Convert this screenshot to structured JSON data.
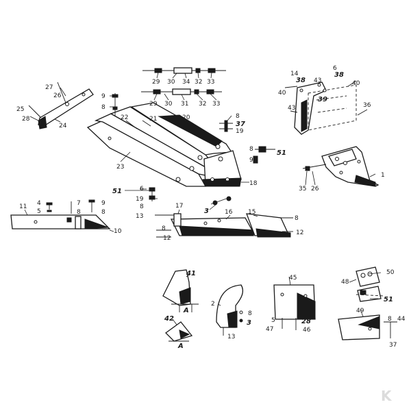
{
  "colors": {
    "ink": "#1a1a1a",
    "background": "#ffffff",
    "watermark": "#dcdcdc"
  },
  "callouts": [
    {
      "id": "c27",
      "text": "27"
    },
    {
      "id": "c26a",
      "text": "26"
    },
    {
      "id": "c25",
      "text": "25"
    },
    {
      "id": "c28",
      "text": "28"
    },
    {
      "id": "c24",
      "text": "24"
    },
    {
      "id": "c29a",
      "text": "29"
    },
    {
      "id": "c30a",
      "text": "30"
    },
    {
      "id": "c34",
      "text": "34"
    },
    {
      "id": "c32a",
      "text": "32"
    },
    {
      "id": "c33a",
      "text": "33"
    },
    {
      "id": "c29b",
      "text": "29"
    },
    {
      "id": "c30b",
      "text": "30"
    },
    {
      "id": "c31",
      "text": "31"
    },
    {
      "id": "c32b",
      "text": "32"
    },
    {
      "id": "c33b",
      "text": "33"
    },
    {
      "id": "c9a",
      "text": "9"
    },
    {
      "id": "c8a",
      "text": "8"
    },
    {
      "id": "c22",
      "text": "22"
    },
    {
      "id": "c21",
      "text": "21"
    },
    {
      "id": "c20",
      "text": "20"
    },
    {
      "id": "c8b",
      "text": "8"
    },
    {
      "id": "c37a",
      "text": "37"
    },
    {
      "id": "c19a",
      "text": "19"
    },
    {
      "id": "c23",
      "text": "23"
    },
    {
      "id": "c8c",
      "text": "8"
    },
    {
      "id": "c51a",
      "text": "51"
    },
    {
      "id": "c9b",
      "text": "9"
    },
    {
      "id": "c18",
      "text": "18"
    },
    {
      "id": "c51b",
      "text": "51"
    },
    {
      "id": "c6a",
      "text": "6"
    },
    {
      "id": "c19b",
      "text": "19"
    },
    {
      "id": "c14",
      "text": "14"
    },
    {
      "id": "c38a",
      "text": "38"
    },
    {
      "id": "c43a",
      "text": "43"
    },
    {
      "id": "c6b",
      "text": "6"
    },
    {
      "id": "c38b",
      "text": "38"
    },
    {
      "id": "c40a",
      "text": "40"
    },
    {
      "id": "c39",
      "text": "39"
    },
    {
      "id": "c40b",
      "text": "40"
    },
    {
      "id": "c36",
      "text": "36"
    },
    {
      "id": "c43b",
      "text": "43"
    },
    {
      "id": "c1",
      "text": "1"
    },
    {
      "id": "c35",
      "text": "35"
    },
    {
      "id": "c26b",
      "text": "26"
    },
    {
      "id": "c4",
      "text": "4"
    },
    {
      "id": "c5a",
      "text": "5"
    },
    {
      "id": "c7",
      "text": "7"
    },
    {
      "id": "c9c",
      "text": "9"
    },
    {
      "id": "c8d",
      "text": "8"
    },
    {
      "id": "c8e",
      "text": "8"
    },
    {
      "id": "c11",
      "text": "11"
    },
    {
      "id": "c10",
      "text": "10"
    },
    {
      "id": "c3a",
      "text": "3"
    },
    {
      "id": "c17",
      "text": "17"
    },
    {
      "id": "c8f",
      "text": "8"
    },
    {
      "id": "c13a",
      "text": "13"
    },
    {
      "id": "c16",
      "text": "16"
    },
    {
      "id": "c15",
      "text": "15"
    },
    {
      "id": "c8g",
      "text": "8"
    },
    {
      "id": "c12a",
      "text": "12"
    },
    {
      "id": "c8h",
      "text": "8"
    },
    {
      "id": "c12b",
      "text": "12"
    },
    {
      "id": "c41",
      "text": "41"
    },
    {
      "id": "cA1",
      "text": "A"
    },
    {
      "id": "c42",
      "text": "42"
    },
    {
      "id": "cA2",
      "text": "A"
    },
    {
      "id": "c2",
      "text": "2"
    },
    {
      "id": "c8i",
      "text": "8"
    },
    {
      "id": "c3b",
      "text": "3"
    },
    {
      "id": "c13b",
      "text": "13"
    },
    {
      "id": "c45",
      "text": "45"
    },
    {
      "id": "c5b",
      "text": "5"
    },
    {
      "id": "c28b",
      "text": "28"
    },
    {
      "id": "c47",
      "text": "47"
    },
    {
      "id": "c46",
      "text": "46"
    },
    {
      "id": "c48",
      "text": "48"
    },
    {
      "id": "c50",
      "text": "50"
    },
    {
      "id": "c51c",
      "text": "51"
    },
    {
      "id": "c49",
      "text": "49"
    },
    {
      "id": "c8j",
      "text": "8"
    },
    {
      "id": "c44",
      "text": "44"
    },
    {
      "id": "c37b",
      "text": "37"
    }
  ],
  "watermark": {
    "letter": "K"
  }
}
